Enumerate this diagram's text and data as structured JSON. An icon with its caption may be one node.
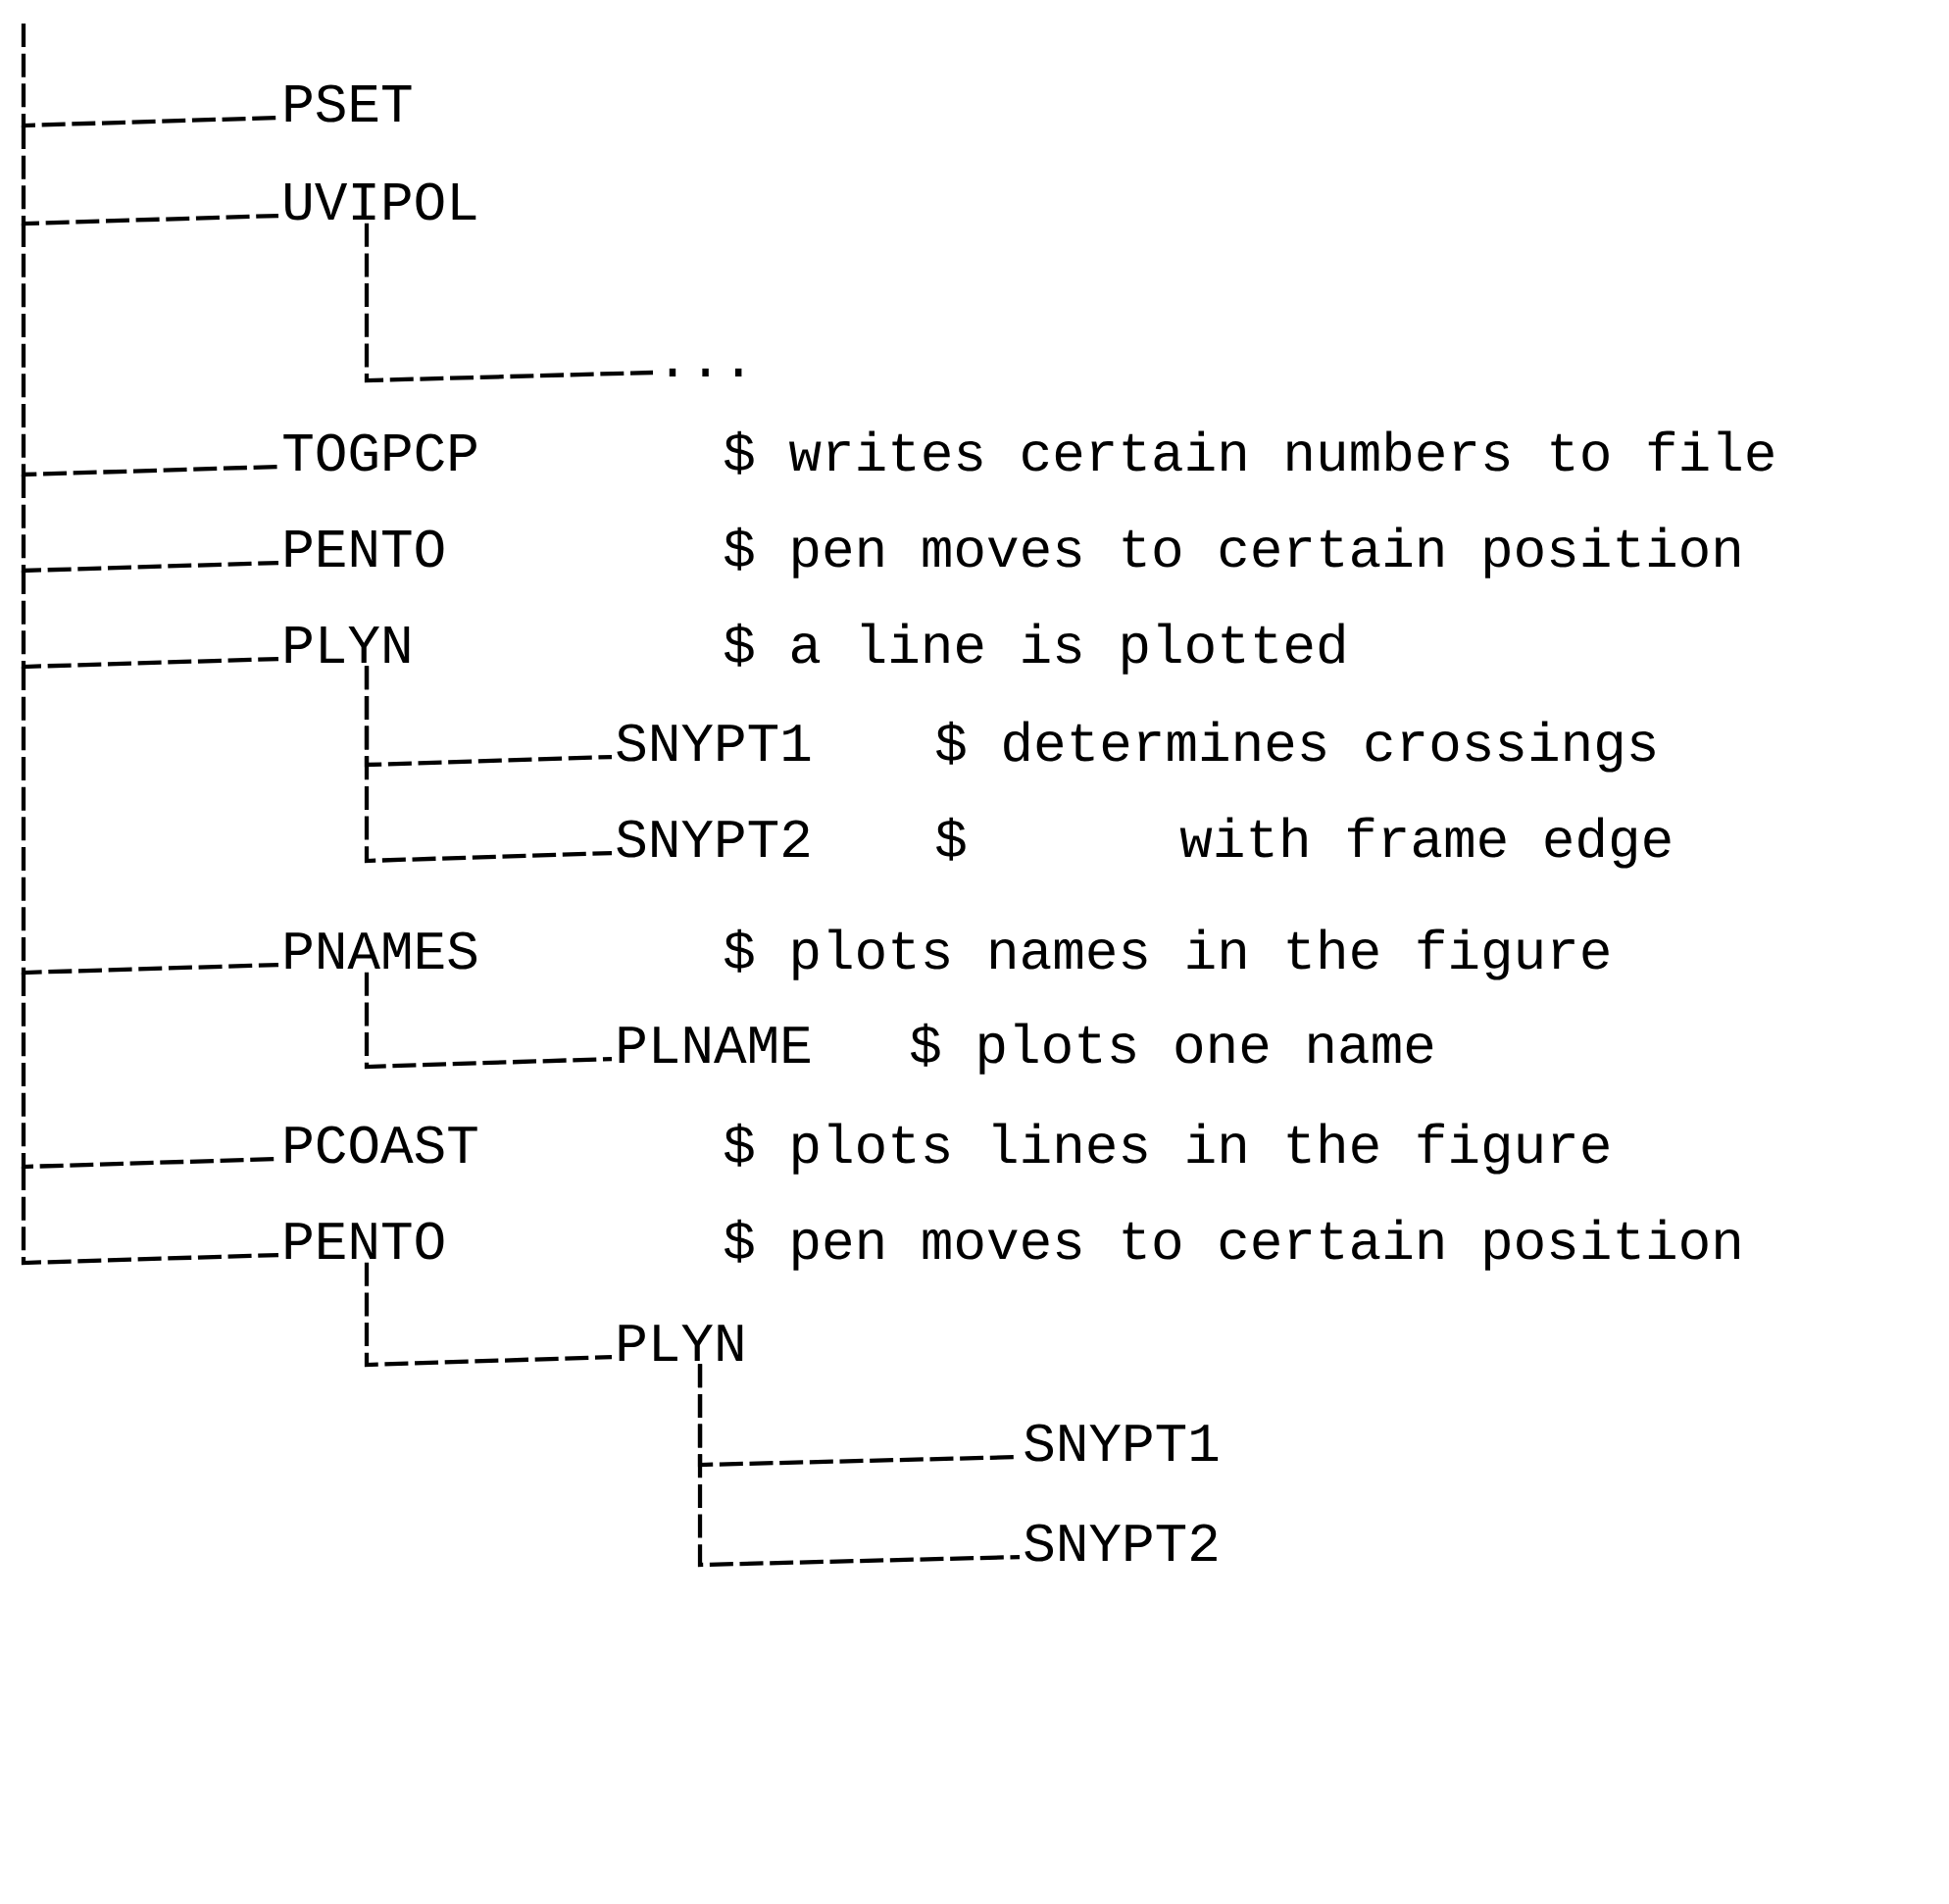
{
  "diagram": {
    "nodes": [
      {
        "text": [
          "PSET"
        ]
      },
      {
        "text": [
          "UVIPOL"
        ]
      },
      {
        "text": [
          "..."
        ]
      },
      {
        "text": [
          "TOGPCP"
        ]
      },
      {
        "text": [
          "PENTO"
        ]
      },
      {
        "text": [
          "PLYN"
        ]
      },
      {
        "text": [
          "SNYPT1"
        ]
      },
      {
        "text": [
          "SNYPT2"
        ]
      },
      {
        "text": [
          "PNAMES"
        ]
      },
      {
        "text": [
          "PLNAME"
        ]
      },
      {
        "text": [
          "PCOAST"
        ]
      },
      {
        "text": [
          "PENTO"
        ]
      },
      {
        "text": [
          "PLYN"
        ]
      },
      {
        "text": [
          "SNYPT1"
        ]
      },
      {
        "text": [
          "SNYPT2"
        ]
      }
    ],
    "edges": [
      {
        "from": null,
        "to": 0,
        "arrow": "none"
      },
      {
        "from": null,
        "to": 1,
        "arrow": "none"
      },
      {
        "from": 1,
        "to": 2,
        "arrow": "none"
      },
      {
        "from": null,
        "to": 3,
        "arrow": "none"
      },
      {
        "from": null,
        "to": 4,
        "arrow": "none"
      },
      {
        "from": null,
        "to": 5,
        "arrow": "none"
      },
      {
        "from": 5,
        "to": 6,
        "arrow": "none"
      },
      {
        "from": 5,
        "to": 7,
        "arrow": "none"
      },
      {
        "from": null,
        "to": 8,
        "arrow": "none"
      },
      {
        "from": 8,
        "to": 9,
        "arrow": "none"
      },
      {
        "from": null,
        "to": 10,
        "arrow": "none"
      },
      {
        "from": null,
        "to": 11,
        "arrow": "none"
      },
      {
        "from": 11,
        "to": 12,
        "arrow": "none"
      },
      {
        "from": 12,
        "to": 13,
        "arrow": "none"
      },
      {
        "from": 12,
        "to": 14,
        "arrow": "none"
      }
    ],
    "labels": [
      "$ writes certain numbers to file",
      "$ pen moves to certain position",
      "$ a line is plotted",
      "$ determines crossings",
      "$",
      "with frame edge",
      "$ plots names in the figure",
      "$ plots one name",
      "$ plots lines in the figure",
      "$ pen moves to certain position"
    ]
  }
}
